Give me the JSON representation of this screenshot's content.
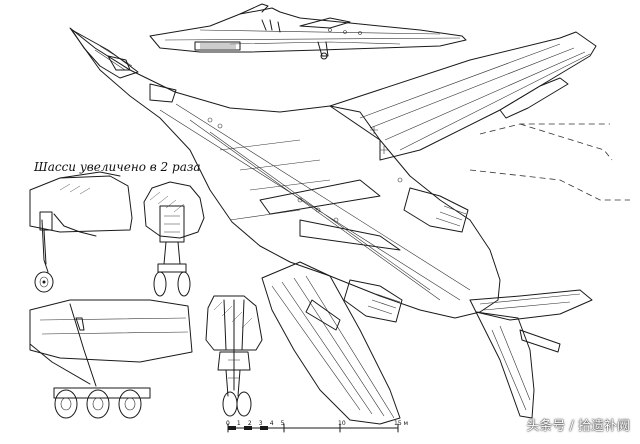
{
  "caption": "Шасси увеличено в 2 раза",
  "scale": {
    "ticks": "0 1 2 3 4 5",
    "ten": "10",
    "fifteen": "15 м"
  },
  "watermark": "头条号 / 拾遗补阙",
  "colors": {
    "ink": "#1a1a1a",
    "paper": "#ffffff"
  }
}
